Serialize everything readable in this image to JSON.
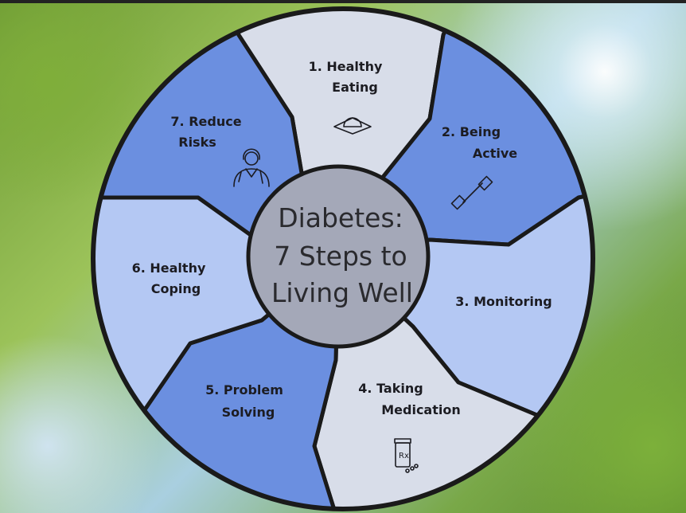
{
  "title": {
    "line1": "Diabetes:",
    "line2": "7 Steps to",
    "line3": "Living Well"
  },
  "steps": [
    {
      "line1": "1. Healthy",
      "line2": "Eating",
      "icon": "plate-icon",
      "color": "#d8dde9"
    },
    {
      "line1": "2. Being",
      "line2": "Active",
      "icon": "dumbbell-icon",
      "color": "#6b8fe0"
    },
    {
      "line1": "3. Monitoring",
      "line2": "",
      "icon": "",
      "color": "#b4c8f3"
    },
    {
      "line1": "4. Taking",
      "line2": "Medication",
      "icon": "prescription-bottle-icon",
      "color": "#d8dde9"
    },
    {
      "line1": "5. Problem",
      "line2": "Solving",
      "icon": "",
      "color": "#6b8fe0"
    },
    {
      "line1": "6. Healthy",
      "line2": "Coping",
      "icon": "",
      "color": "#b4c8f3"
    },
    {
      "line1": "7. Reduce",
      "line2": "Risks",
      "icon": "doctor-icon",
      "color": "#6b8fe0"
    }
  ],
  "colors": {
    "center": "#a4a8b8",
    "outline": "#1a1a1a"
  }
}
